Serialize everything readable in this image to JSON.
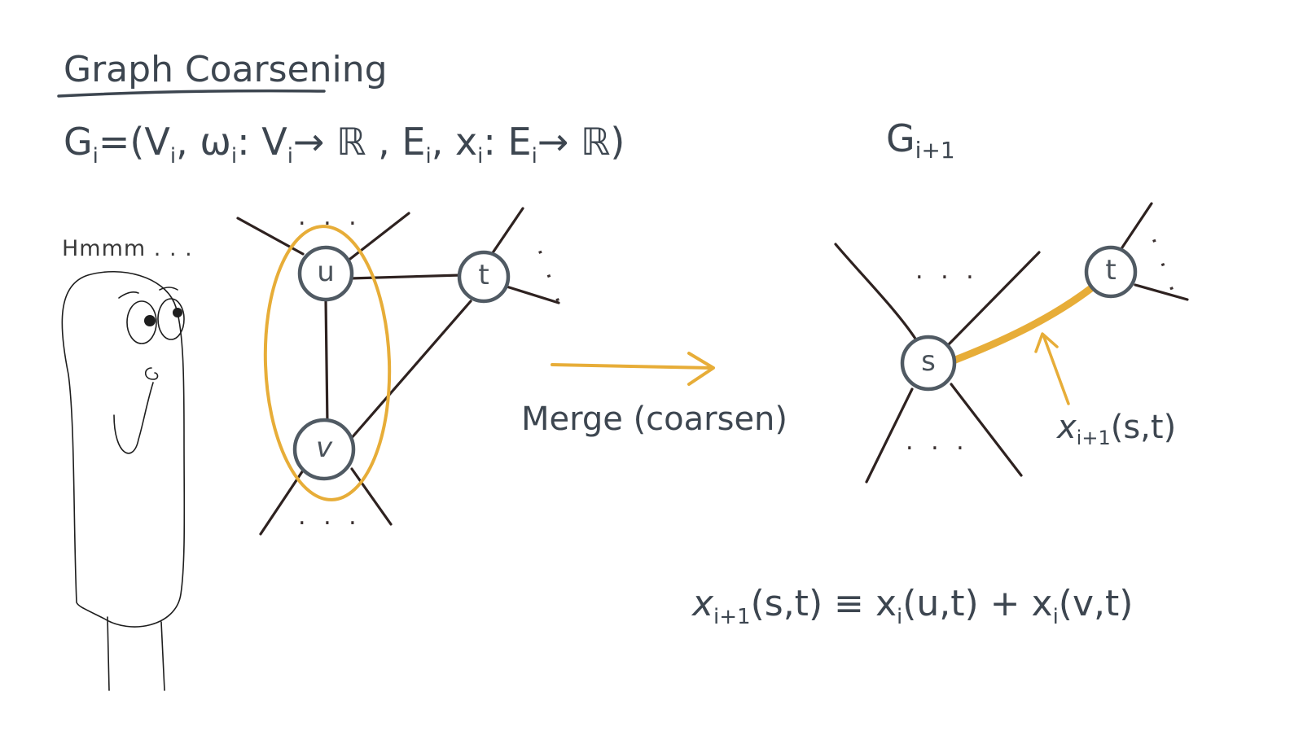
{
  "title": "Graph Coarsening",
  "definition": {
    "lhs": "G",
    "lhs_sub": "i",
    "body": "=(V",
    "v_sub": "i",
    "w_part": ", ω",
    "w_sub": "i",
    "map1": ": V",
    "map1_sub": "i",
    "map1_to": "→ ℝ , E",
    "e_sub": "i",
    "x_part": ", x",
    "x_sub": "i",
    "map2": ": E",
    "map2_sub": "i",
    "map2_to": "→ ℝ)"
  },
  "next_graph": {
    "label": "G",
    "sub": "i+1"
  },
  "thought": "Hmmm . . .",
  "left_graph": {
    "nodes": {
      "u": "u",
      "v": "v",
      "t": "t"
    },
    "ellipsis_top": ". . .",
    "ellipsis_bottom": ". . .",
    "ellipsis_t": ". . ."
  },
  "arrow_label": "Merge (coarsen)",
  "right_graph": {
    "nodes": {
      "s": "s",
      "t": "t"
    },
    "ellipsis_top": ". . .",
    "ellipsis_bottom": ". . .",
    "ellipsis_t": ". . .",
    "edge_label": "x",
    "edge_label_sub": "i+1",
    "edge_label_args": "(s,t)"
  },
  "formula": {
    "lhs": "x",
    "lhs_sub": "i+1",
    "lhs_args": "(s,t) ≡ x",
    "t1_sub": "i",
    "t1_args": "(u,t) + x",
    "t2_sub": "i",
    "t2_args": "(v,t)"
  },
  "colors": {
    "ink": "#2e2220",
    "node_stroke": "#505a63",
    "highlight": "#e7ad38",
    "text": "#3d4650"
  }
}
